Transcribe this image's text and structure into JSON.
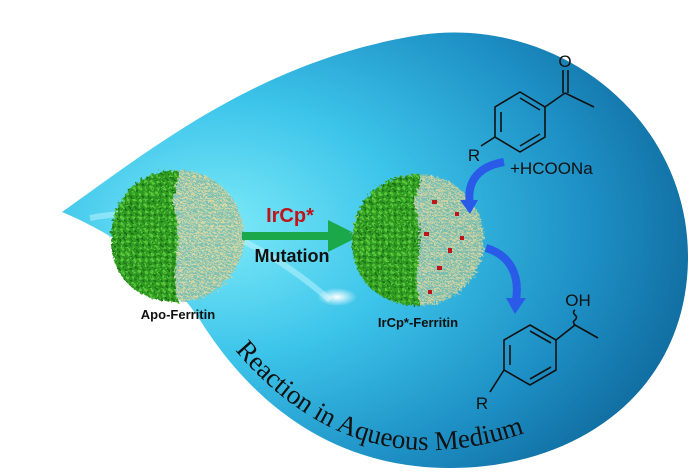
{
  "labels": {
    "apo": "Apo-Ferritin",
    "product_protein": "IrCp*-Ferritin",
    "reagent": "IrCp*",
    "process": "Mutation",
    "caption": "Reaction in  Aqueous Medium"
  },
  "chemistry": {
    "substituent_top": "R",
    "carbonyl_oxygen": "O",
    "cosubstrate": "+HCOONa",
    "substituent_bottom": "R",
    "hydroxyl": "OH"
  },
  "colors": {
    "drop_light": "#5fe0f5",
    "drop_dark": "#0f6fa5",
    "protein_green": "#2f9a22",
    "protein_shell": "#d8c98a",
    "arrow_green": "#1aa84a",
    "arrow_blue": "#2a5ae8",
    "reagent_red": "#c0141b"
  }
}
